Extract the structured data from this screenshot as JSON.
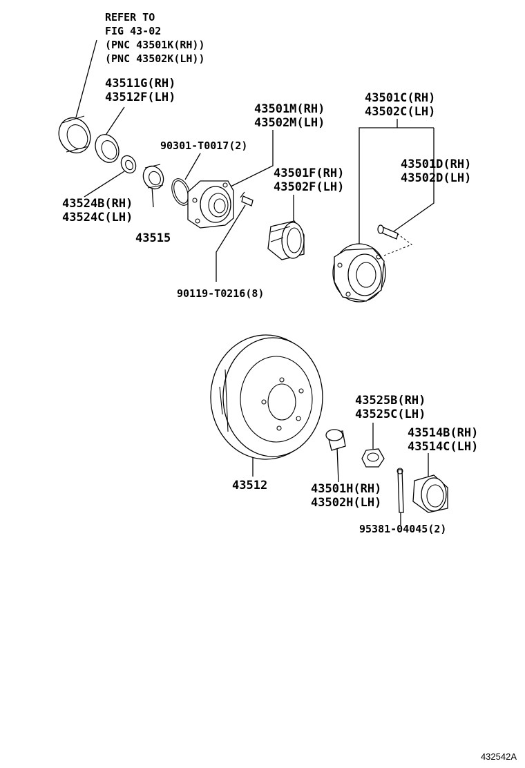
{
  "refer_note": {
    "line1": "REFER TO",
    "line2": "FIG 43-02",
    "line3": "(PNC 43501K(RH))",
    "line4": "(PNC 43502K(LH))"
  },
  "labels": {
    "p43511": [
      "43511G(RH)",
      "43512F(LH)"
    ],
    "p90301": "90301-T0017(2)",
    "p43501m": [
      "43501M(RH)",
      "43502M(LH)"
    ],
    "p43501c": [
      "43501C(RH)",
      "43502C(LH)"
    ],
    "p43501d": [
      "43501D(RH)",
      "43502D(LH)"
    ],
    "p43501f": [
      "43501F(RH)",
      "43502F(LH)"
    ],
    "p43524": [
      "43524B(RH)",
      "43524C(LH)"
    ],
    "p43515": "43515",
    "p90119": "90119-T0216(8)",
    "p43525": [
      "43525B(RH)",
      "43525C(LH)"
    ],
    "p43514": [
      "43514B(RH)",
      "43514C(LH)"
    ],
    "p43512": "43512",
    "p43501h": [
      "43501H(RH)",
      "43502H(LH)"
    ],
    "p95381": "95381-04045(2)"
  },
  "figure_id": "432542A"
}
